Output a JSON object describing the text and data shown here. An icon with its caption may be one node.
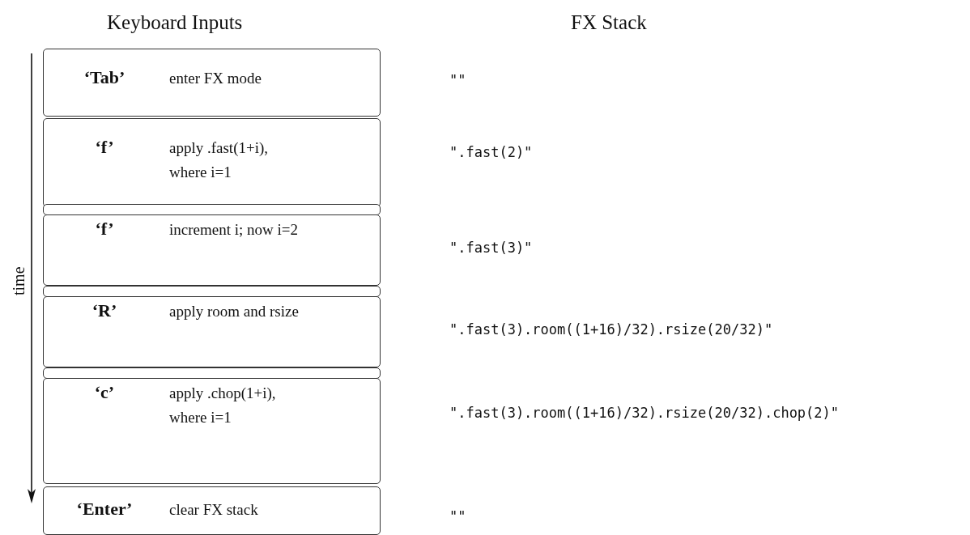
{
  "diagram": {
    "nodes": [
      {
        "text": [
          "‘Tab’",
          "enter FX mode"
        ]
      },
      {
        "text": [
          "‘f’",
          "apply .fast(1+i), where i=1"
        ]
      },
      {
        "text": [],
        "shape": "bar"
      },
      {
        "text": [
          "‘f’",
          "increment i; now i=2"
        ]
      },
      {
        "text": [],
        "shape": "bar"
      },
      {
        "text": [
          "‘R’",
          "apply room and rsize"
        ]
      },
      {
        "text": [],
        "shape": "bar"
      },
      {
        "text": [
          "‘c’",
          "apply .chop(1+i), where i=1"
        ]
      },
      {
        "text": [
          "‘Enter’",
          "clear FX stack"
        ]
      }
    ],
    "edges": [],
    "labels": [
      "Keyboard Inputs",
      "FX Stack",
      "time",
      "\"\"",
      "\".fast(2)\"",
      "\".fast(3)\"",
      "\".fast(3).room((1+16)/32).rsize(20/32)\"",
      "\".fast(3).room((1+16)/32).rsize(20/32).chop(2)\"",
      "\"\""
    ]
  }
}
